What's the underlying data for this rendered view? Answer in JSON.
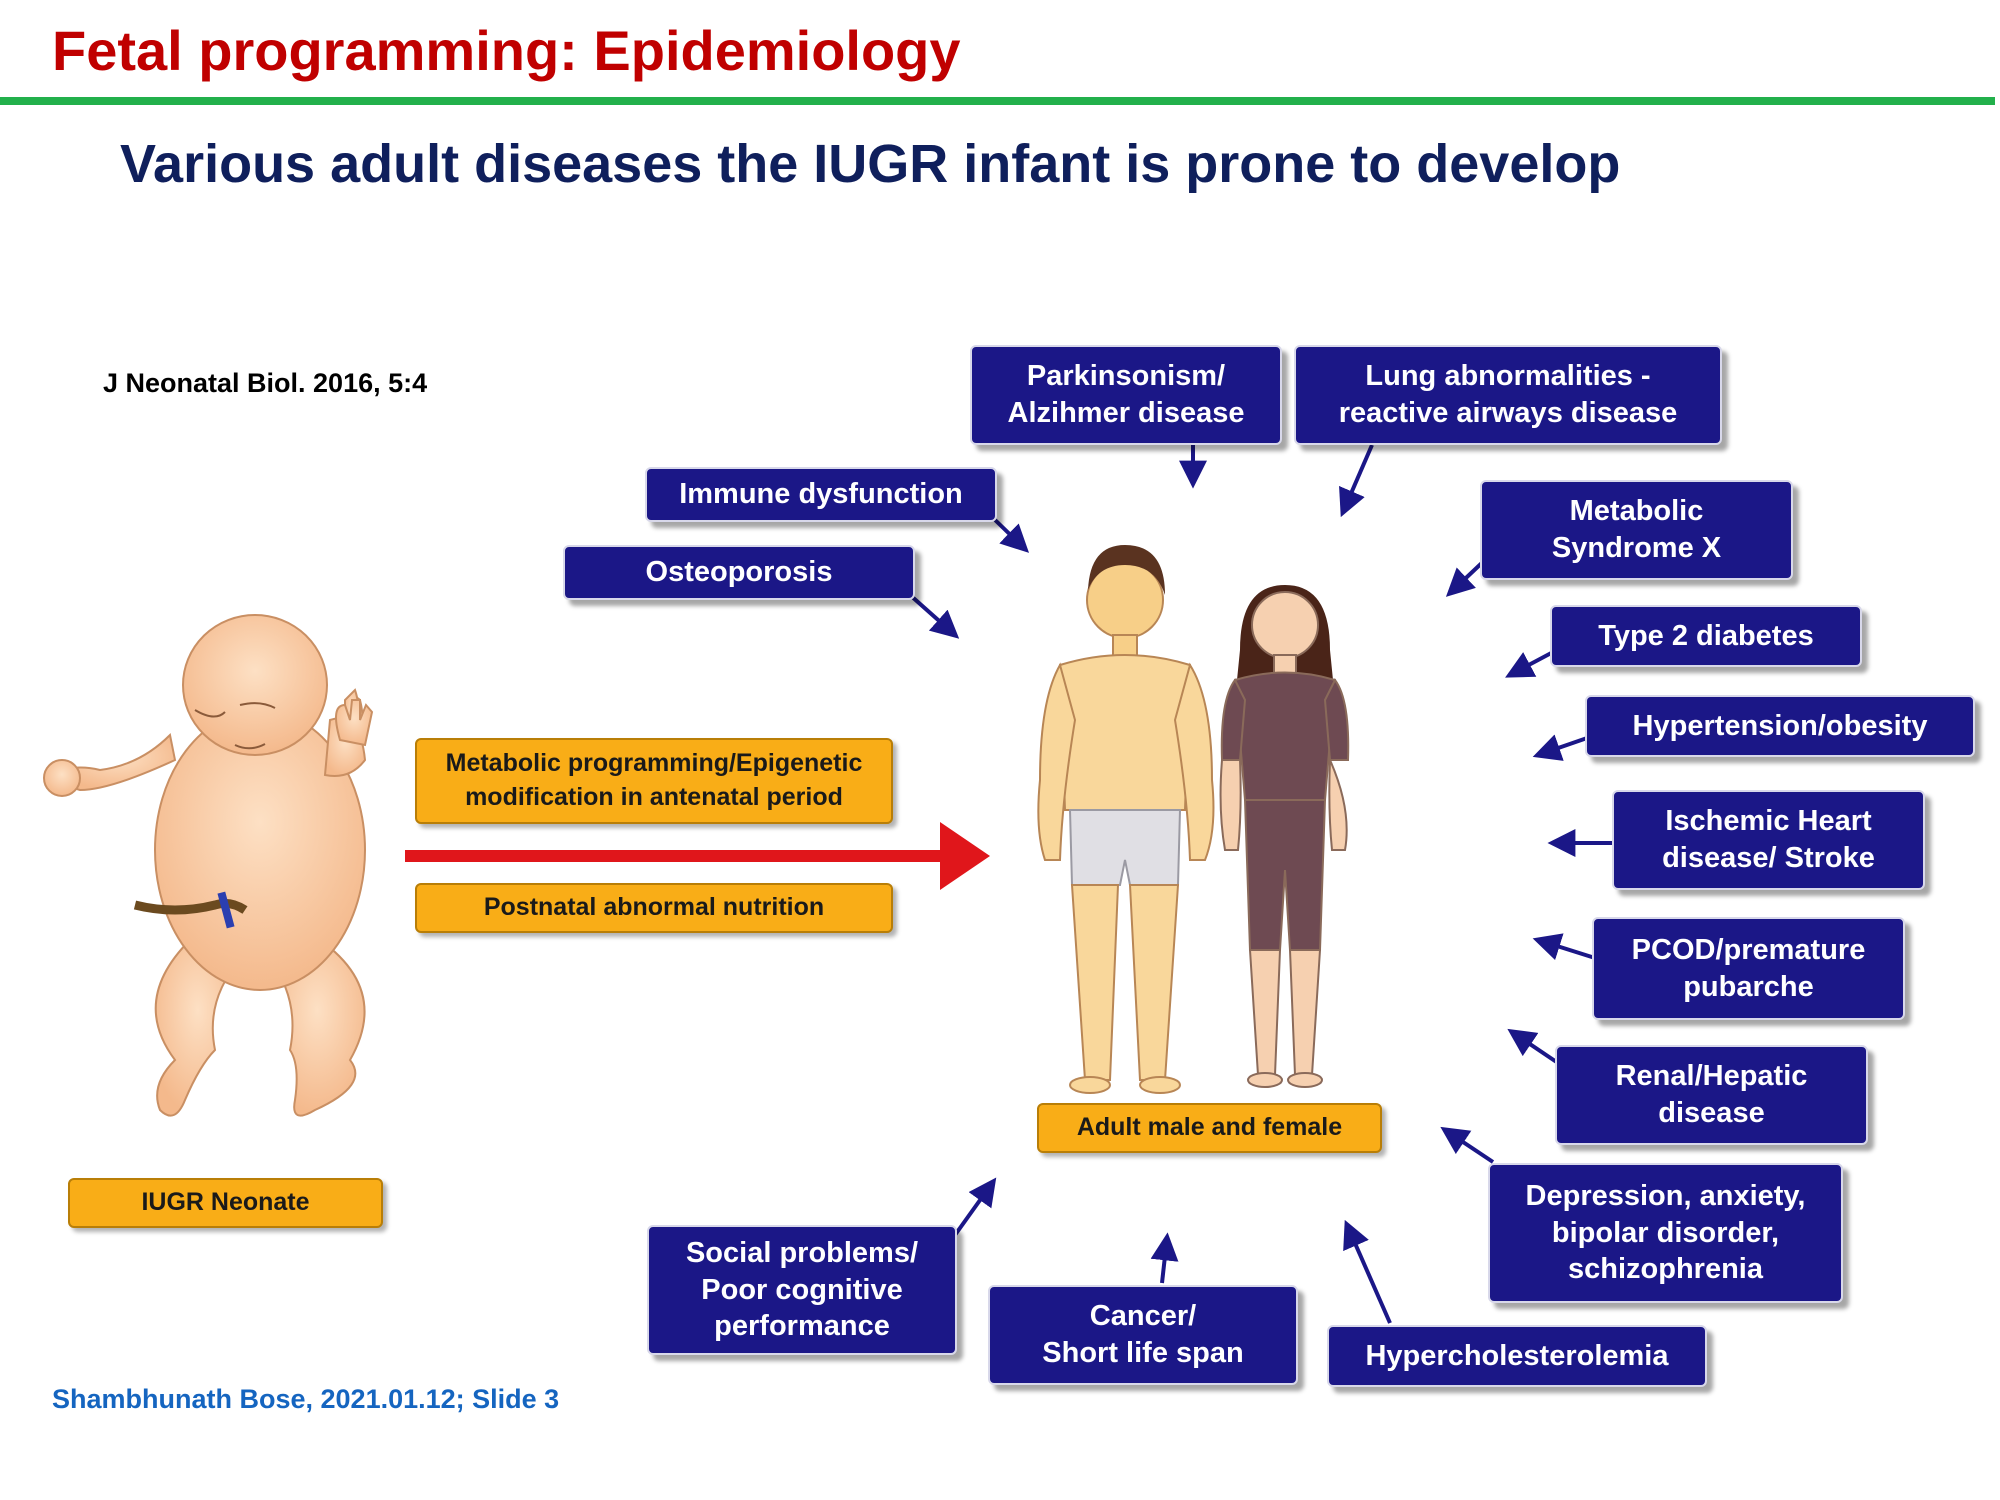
{
  "slide": {
    "title": "Fetal programming: Epidemiology",
    "subtitle": "Various adult diseases the IUGR infant is prone to develop",
    "citation": "J Neonatal Biol. 2016, 5:4",
    "footer": "Shambhunath Bose, 2021.01.12; Slide 3"
  },
  "diagram": {
    "left_labels": {
      "neonate": "IUGR Neonate",
      "programming": "Metabolic programming/Epigenetic\nmodification in antenatal period",
      "nutrition": "Postnatal abnormal nutrition"
    },
    "center_label": "Adult male and female",
    "diseases": {
      "parkinsonism": "Parkinsonism/\nAlzihmer disease",
      "lung": "Lung abnormalities -\nreactive airways disease",
      "immune": "Immune dysfunction",
      "osteoporosis": "Osteoporosis",
      "metabolic": "Metabolic\nSyndrome X",
      "diabetes": "Type 2 diabetes",
      "hypertension": "Hypertension/obesity",
      "ischemic": "Ischemic Heart\ndisease/ Stroke",
      "pcod": "PCOD/premature\npubarche",
      "renal": "Renal/Hepatic\ndisease",
      "depression": "Depression, anxiety,\nbipolar disorder,\nschizophrenia",
      "hypercholesterolemia": "Hypercholesterolemia",
      "cancer": "Cancer/\nShort life span",
      "social": "Social problems/\nPoor cognitive\nperformance"
    },
    "colors": {
      "disease_box": "#1b1787",
      "label_box": "#f9ad17",
      "main_arrow": "#e0161b",
      "small_arrow": "#1b1787",
      "title": "#c00000",
      "subtitle": "#0f1f5c",
      "rule": "#22b04b",
      "footer": "#1565c0"
    },
    "icons": [
      "iugr-neonate-illustration",
      "adult-male-figure",
      "adult-female-figure"
    ]
  }
}
